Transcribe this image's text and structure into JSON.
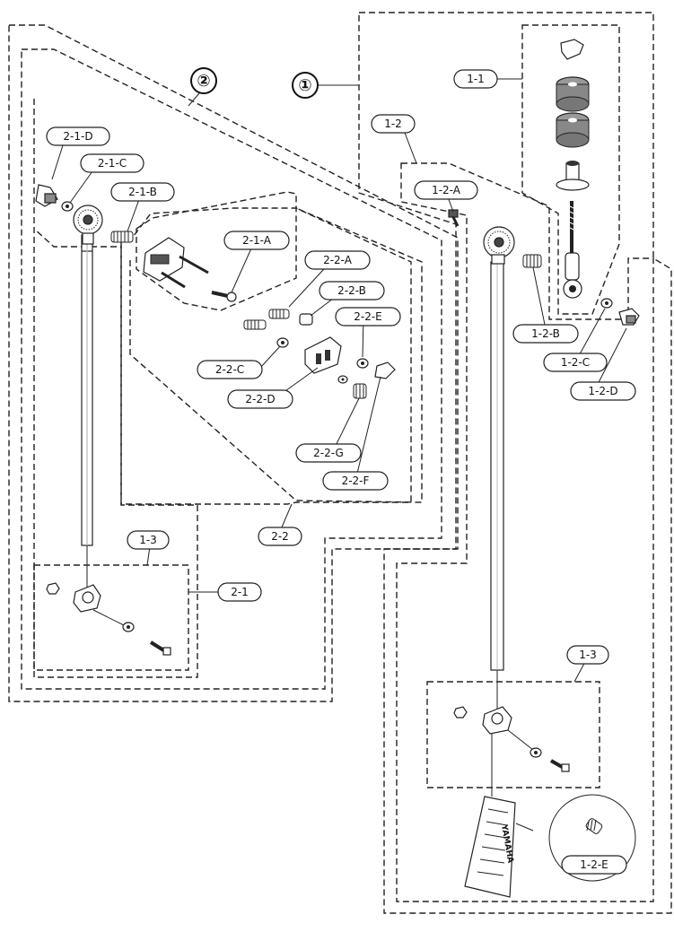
{
  "assemblies": {
    "one": {
      "number": "①"
    },
    "two": {
      "number": "②"
    }
  },
  "labels": {
    "l_1_1": "1-1",
    "l_1_2": "1-2",
    "l_1_2_a": "1-2-A",
    "l_1_2_b": "1-2-B",
    "l_1_2_c": "1-2-C",
    "l_1_2_d": "1-2-D",
    "l_1_2_e": "1-2-E",
    "l_1_3_left": "1-3",
    "l_1_3_right": "1-3",
    "l_2_1": "2-1",
    "l_2_1_a": "2-1-A",
    "l_2_1_b": "2-1-B",
    "l_2_1_c": "2-1-C",
    "l_2_1_d": "2-1-D",
    "l_2_2": "2-2",
    "l_2_2_a": "2-2-A",
    "l_2_2_b": "2-2-B",
    "l_2_2_c": "2-2-C",
    "l_2_2_d": "2-2-D",
    "l_2_2_e": "2-2-E",
    "l_2_2_f": "2-2-F",
    "l_2_2_g": "2-2-G"
  },
  "parts": {
    "pedal_brand": "YAMAHA"
  }
}
